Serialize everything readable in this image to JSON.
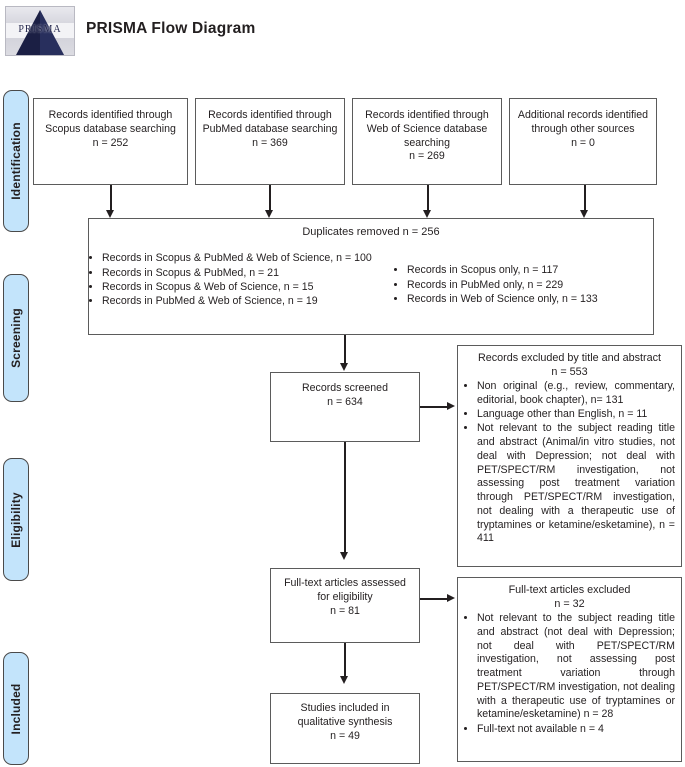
{
  "header": {
    "logo_text": "PRISMA",
    "title": "PRISMA Flow Diagram"
  },
  "stages": [
    {
      "label": "Identification"
    },
    {
      "label": "Screening"
    },
    {
      "label": "Eligibility"
    },
    {
      "label": "Included"
    }
  ],
  "identification": {
    "scopus": {
      "lines": "Records identified through Scopus database searching",
      "count": "n = 252"
    },
    "pubmed": {
      "lines": "Records identified through PubMed database searching",
      "count": "n = 369"
    },
    "web_of_science": {
      "lines": "Records identified through Web of Science database searching",
      "count": "n = 269"
    },
    "other_sources": {
      "lines": "Additional records identified through other sources",
      "count": "n = 0"
    }
  },
  "duplicates": {
    "title": "Duplicates removed n = 256",
    "left_items": [
      "Records in Scopus & PubMed & Web of Science, n = 100",
      "Records in Scopus & PubMed, n = 21",
      "Records in Scopus & Web of Science, n = 15",
      "Records in PubMed & Web of Science, n = 19"
    ],
    "right_items": [
      "Records in Scopus only, n = 117",
      "Records in PubMed only, n = 229",
      "Records in Web of Science only, n = 133"
    ]
  },
  "screening": {
    "screened": {
      "label": "Records screened",
      "count": "n = 634"
    },
    "excluded": {
      "title": "Records excluded by title and abstract",
      "count": "n = 553",
      "items": [
        "Non original (e.g., review, commentary, editorial, book chapter), n= 131",
        "Language other than English, n = 11",
        "Not relevant to the subject reading title and abstract (Animal/in vitro studies, not deal with Depression; not deal with PET/SPECT/RM investigation, not assessing post treatment variation through PET/SPECT/RM investigation, not dealing with a therapeutic use of tryptamines or ketamine/esketamine), n = 411"
      ]
    }
  },
  "eligibility": {
    "assessed": {
      "label": "Full-text articles assessed for eligibility",
      "count": "n = 81"
    },
    "excluded": {
      "title": "Full-text articles excluded",
      "count": "n = 32",
      "items": [
        "Not relevant to the subject reading title and abstract (not deal with Depression; not deal with PET/SPECT/RM investigation, not assessing post treatment variation through PET/SPECT/RM investigation, not dealing with a therapeutic use of tryptamines or ketamine/esketamine) n = 28",
        "Full-text not available n = 4"
      ]
    }
  },
  "included": {
    "label": "Studies included in qualitative synthesis",
    "count": "n = 49"
  },
  "colors": {
    "stage_fill": "#c3e4fb",
    "stage_border": "#4a4a4a",
    "box_border": "#5b5b5b",
    "text": "#231f20"
  }
}
